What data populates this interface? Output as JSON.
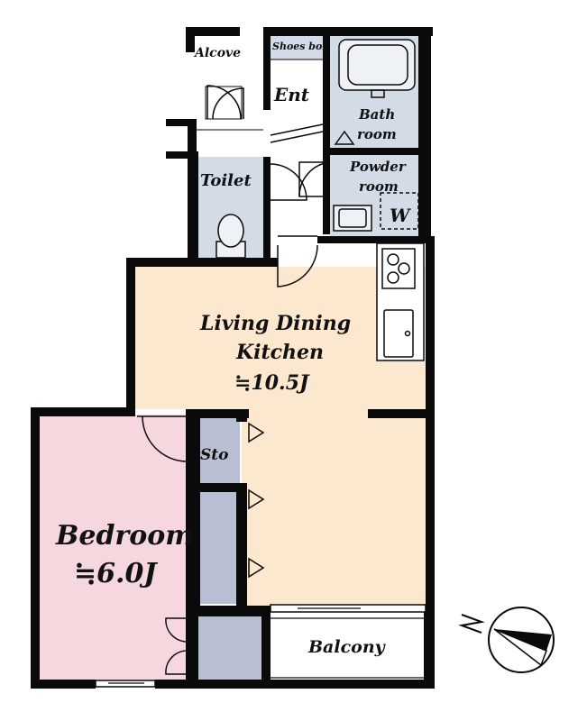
{
  "rooms": {
    "alcove": "Alcove",
    "shoes_box": "Shoes box",
    "entrance": "Ent",
    "bath": [
      "Bath",
      "room"
    ],
    "powder": [
      "Powder",
      "room"
    ],
    "washer": "W",
    "toilet": "Toilet",
    "ldk": [
      "Living Dining",
      "Kitchen",
      "≒10.5J"
    ],
    "storage": "Sto",
    "bedroom": [
      "Bedroom",
      "≒6.0J"
    ],
    "balcony": "Balcony"
  },
  "colors": {
    "wall": "#0a0a0a",
    "ldk_floor": "#fbe8cf",
    "bedroom_floor": "#f7d7de",
    "wet_area": "#d3dbe6",
    "storage": "#b9bfd3",
    "background": "#ffffff"
  },
  "compass": {
    "north_label": "N",
    "direction": "north points left (west-northwest)"
  }
}
